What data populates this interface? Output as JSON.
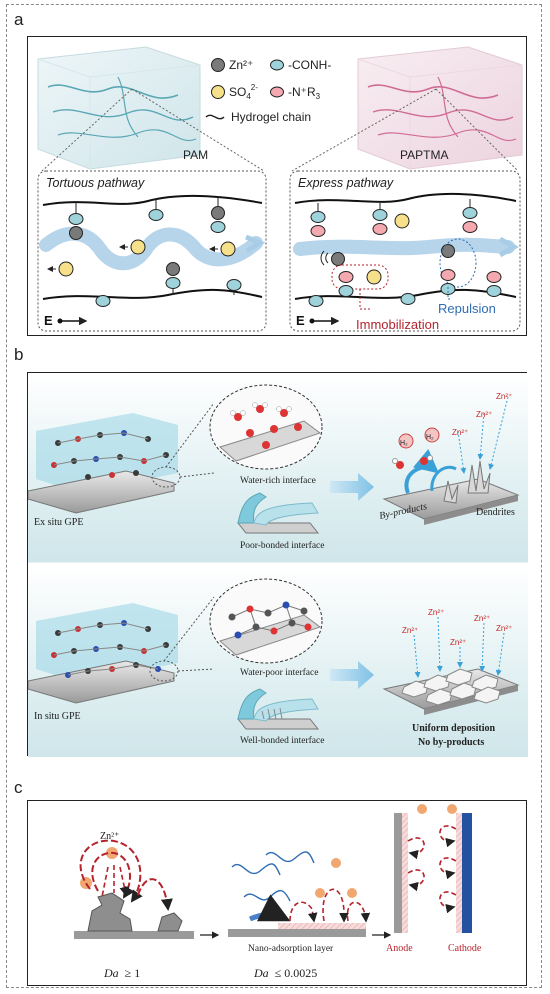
{
  "panels": {
    "a": {
      "label": "a",
      "legend": {
        "zn": "Zn²⁺",
        "conh": "-CONH-",
        "so4_base": "SO",
        "so4_sub": "4",
        "so4_sup": "2-",
        "nr3": "-N⁺R",
        "nr3_sub": "3",
        "chain": "Hydrogel chain"
      },
      "gel_left": "PAM",
      "gel_right": "PAPTMA",
      "tortuous": "Tortuous pathway",
      "express": "Express pathway",
      "field_left": "E",
      "field_right": "E",
      "repulsion": "Repulsion",
      "immobilization": "Immobilization"
    },
    "b": {
      "label": "b",
      "water_rich": "Water-rich interface",
      "poor_bonded": "Poor-bonded interface",
      "ex_situ": "Ex situ GPE",
      "h2_a": "H₂",
      "h2_b": "H₂",
      "by_products": "By-products",
      "dendrites": "Dendrites",
      "zn_top": [
        "Zn²⁺",
        "Zn²⁺",
        "Zn²⁺"
      ],
      "water_poor": "Water-poor interface",
      "well_bonded": "Well-bonded interface",
      "in_situ": "In situ GPE",
      "zn_bottom": [
        "Zn²⁺",
        "Zn²⁺",
        "Zn²⁺",
        "Zn²⁺",
        "Zn²⁺"
      ],
      "uniform": "Uniform deposition",
      "no_byproducts": "No by-products"
    },
    "c": {
      "label": "c",
      "zn": "Zn²⁺",
      "da1_symbol": "Da",
      "da1_rel": "≥ 1",
      "nano_layer": "Nano-adsorption layer",
      "da2_symbol": "Da",
      "da2_rel": "≤ 0.0025",
      "anode": "Anode",
      "cathode": "Cathode"
    }
  },
  "colors": {
    "zn": "#7a7a7a",
    "conh": "#9fd3dc",
    "so4": "#f7e08a",
    "nr3": "#f4a9b0",
    "pam": "#5aa7b5",
    "paptma": "#d06b94",
    "repulsion": "#2f6db5",
    "immobilization": "#b5232c",
    "pathway": "#a9cde6",
    "ion": "#f0a870",
    "cathode": "#2452a0"
  }
}
